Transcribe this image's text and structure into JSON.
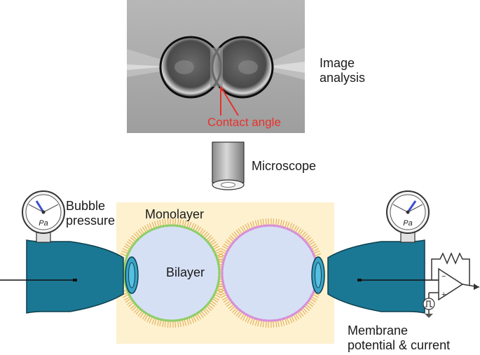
{
  "labels": {
    "image_analysis_line1": "Image",
    "image_analysis_line2": "analysis",
    "contact_angle": "Contact angle",
    "microscope": "Microscope",
    "bubble_pressure_line1": "Bubble",
    "bubble_pressure_line2": "pressure",
    "monolayer": "Monolayer",
    "bilayer": "Bilayer",
    "gauge_unit_left": "Pa",
    "gauge_unit_right": "Pa",
    "membrane_line1": "Membrane",
    "membrane_line2": "potential & current"
  },
  "colors": {
    "annotation_red": "#e8312a",
    "pipette_teal": "#1b7894",
    "background_panel": "#fdf1cf",
    "droplet_fill": "#d6e0f5",
    "left_monolayer": "#8fce6b",
    "right_monolayer": "#d890d8",
    "lipid_tail": "#e0a84f",
    "gauge_needle": "#3a4fd0"
  },
  "icons": {
    "gauge_left": "pressure-gauge-icon",
    "gauge_right": "pressure-gauge-icon",
    "amplifier": "op-amp-icon",
    "pulse_source": "square-pulse-icon",
    "ground": "ground-icon"
  }
}
